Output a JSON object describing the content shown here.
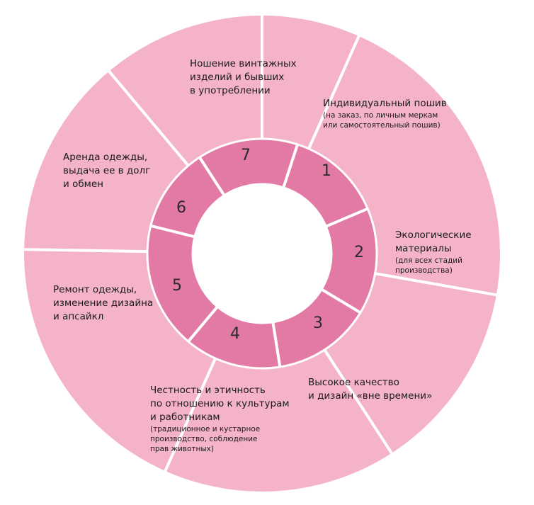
{
  "colors": {
    "outer_fill": "#f5b3ca",
    "inner_fill": "#e27aa5",
    "separator": "#ffffff",
    "text": "#1a1a1a"
  },
  "segments": [
    {
      "number": "1",
      "title": [
        "Индивидуальный пошив"
      ],
      "note": [
        "(на заказ, по личным меркам",
        "или самостоятельный пошив)"
      ]
    },
    {
      "number": "2",
      "title": [
        "Экологические",
        "материалы"
      ],
      "note": [
        "(для всех стадий",
        "производства)"
      ]
    },
    {
      "number": "3",
      "title": [
        "Высокое качество",
        "и дизайн «вне времени»"
      ],
      "note": []
    },
    {
      "number": "4",
      "title": [
        "Честность и этичность",
        "по отношению к культурам",
        "и работникам"
      ],
      "note": [
        "(традиционное и кустарное",
        "производство, соблюдение",
        "прав животных)"
      ]
    },
    {
      "number": "5",
      "title": [
        "Ремонт одежды,",
        "изменение дизайна",
        "и апсайкл"
      ],
      "note": []
    },
    {
      "number": "6",
      "title": [
        "Аренда одежды,",
        "выдача ее в долг",
        "и обмен"
      ],
      "note": []
    },
    {
      "number": "7",
      "title": [
        "Ношение винтажных",
        "изделий и бывших",
        "в употреблении"
      ],
      "note": []
    }
  ]
}
